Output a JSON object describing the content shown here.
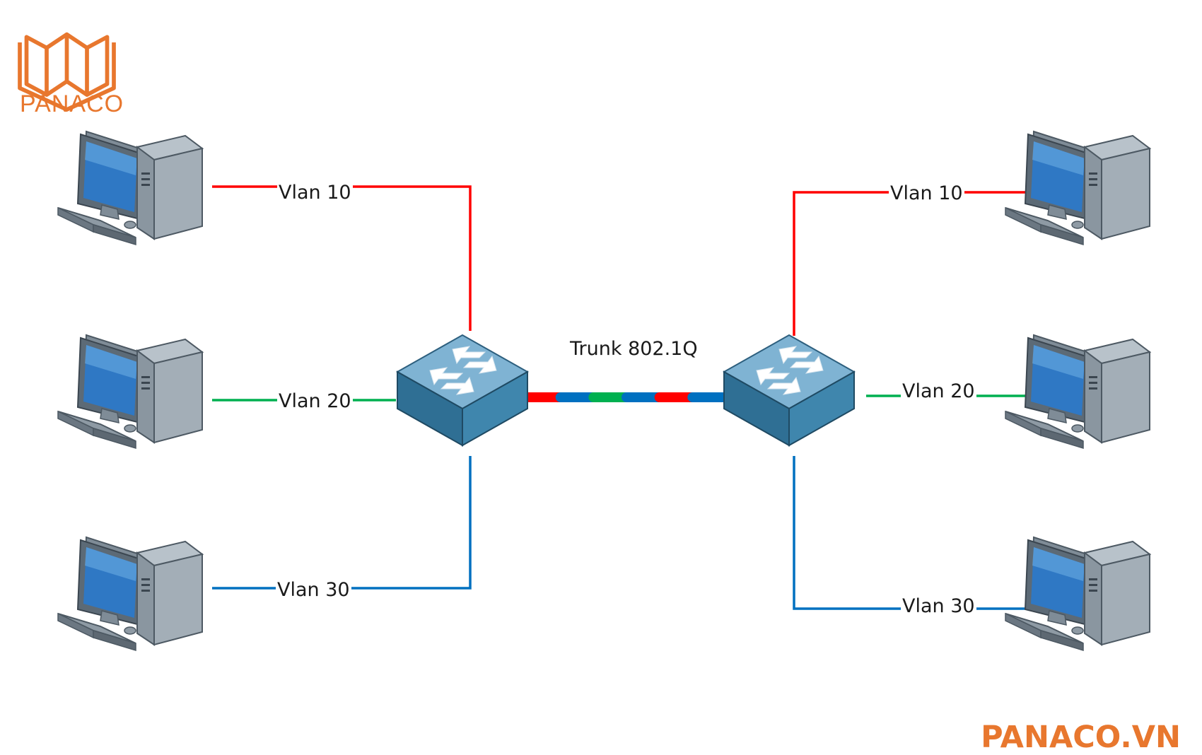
{
  "logo": {
    "name": "PANACO",
    "icon": "open-book-icon",
    "color": "#e8772e"
  },
  "watermark": "PANACO.VN",
  "trunk": {
    "label": "Trunk 802.1Q",
    "segments": [
      "#ff0000",
      "#0070c0",
      "#00b050",
      "#0070c0",
      "#ff0000",
      "#0070c0"
    ]
  },
  "colors": {
    "vlan10": "#ff0000",
    "vlan20": "#00b050",
    "vlan30": "#0070c0"
  },
  "switches": [
    {
      "id": "left",
      "icon": "switch-icon"
    },
    {
      "id": "right",
      "icon": "switch-icon"
    }
  ],
  "links": {
    "left": [
      {
        "label": "Vlan 10",
        "vlan": "vlan10"
      },
      {
        "label": "Vlan 20",
        "vlan": "vlan20"
      },
      {
        "label": "Vlan 30",
        "vlan": "vlan30"
      }
    ],
    "right": [
      {
        "label": "Vlan 10",
        "vlan": "vlan10"
      },
      {
        "label": "Vlan 20",
        "vlan": "vlan20"
      },
      {
        "label": "Vlan 30",
        "vlan": "vlan30"
      }
    ]
  }
}
